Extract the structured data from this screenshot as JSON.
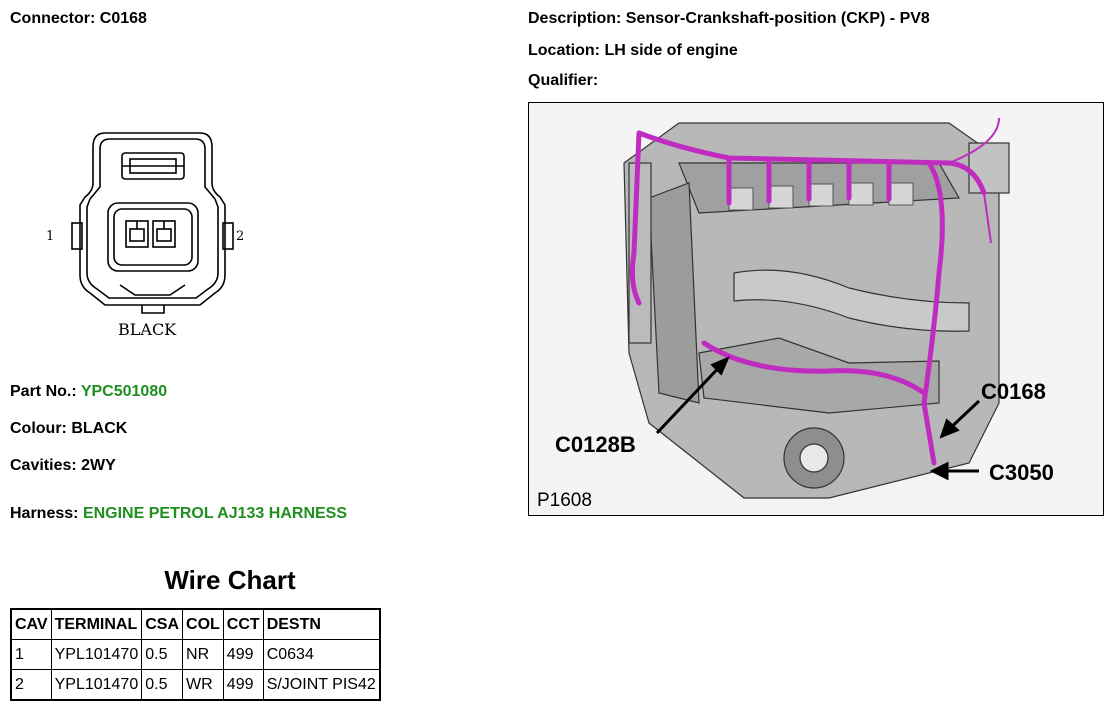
{
  "header": {
    "connector_label": "Connector: C0168",
    "description_label": "Description: Sensor-Crankshaft-position (CKP) - PV8",
    "location_label": "Location: LH side of engine",
    "qualifier_label": "Qualifier:"
  },
  "connector_diagram": {
    "pin_left": "1",
    "pin_right": "2",
    "colour_caption": "BLACK"
  },
  "details": {
    "part_no_label": "Part No.:",
    "part_no_value": "YPC501080",
    "colour_label": "Colour: BLACK",
    "cavities_label": "Cavities: 2WY",
    "harness_label": "Harness:",
    "harness_value": "ENGINE PETROL AJ133 HARNESS"
  },
  "engine_image": {
    "callouts": [
      "C0168",
      "C0128B",
      "C3050"
    ],
    "figure_ref": "P1608",
    "harness_color": "#c02cc0"
  },
  "wire_chart": {
    "title": "Wire Chart",
    "columns": [
      "CAV",
      "TERMINAL",
      "CSA",
      "COL",
      "CCT",
      "DESTN"
    ],
    "rows": [
      [
        "1",
        "YPL101470",
        "0.5",
        "NR",
        "499",
        "C0634"
      ],
      [
        "2",
        "YPL101470",
        "0.5",
        "WR",
        "499",
        "S/JOINT PIS42"
      ]
    ]
  },
  "colors": {
    "link_green": "#1f8f1f"
  }
}
